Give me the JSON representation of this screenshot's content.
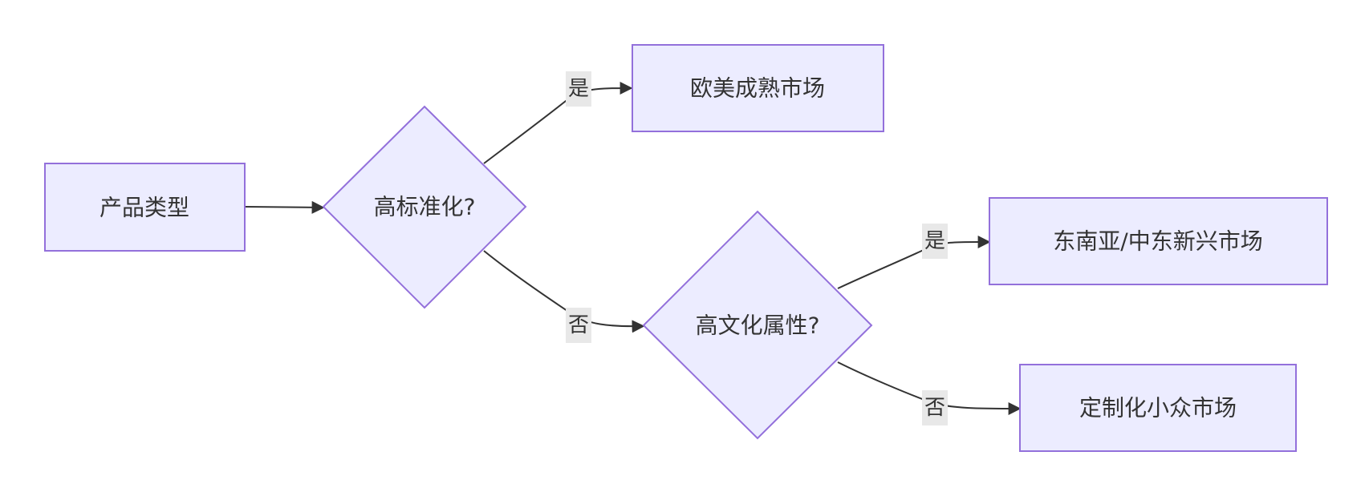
{
  "nodes": {
    "product_type": "产品类型",
    "high_standardization": "高标准化?",
    "mature_markets": "欧美成熟市场",
    "high_cultural": "高文化属性?",
    "emerging_markets": "东南亚/中东新兴市场",
    "niche_markets": "定制化小众市场"
  },
  "edge_labels": {
    "standard_yes": "是",
    "standard_no": "否",
    "cultural_yes": "是",
    "cultural_no": "否"
  },
  "colors": {
    "node_fill": "#ececff",
    "node_stroke": "#9370db",
    "edge": "#333333",
    "label_bg": "#e8e8e8",
    "text": "#333333"
  }
}
